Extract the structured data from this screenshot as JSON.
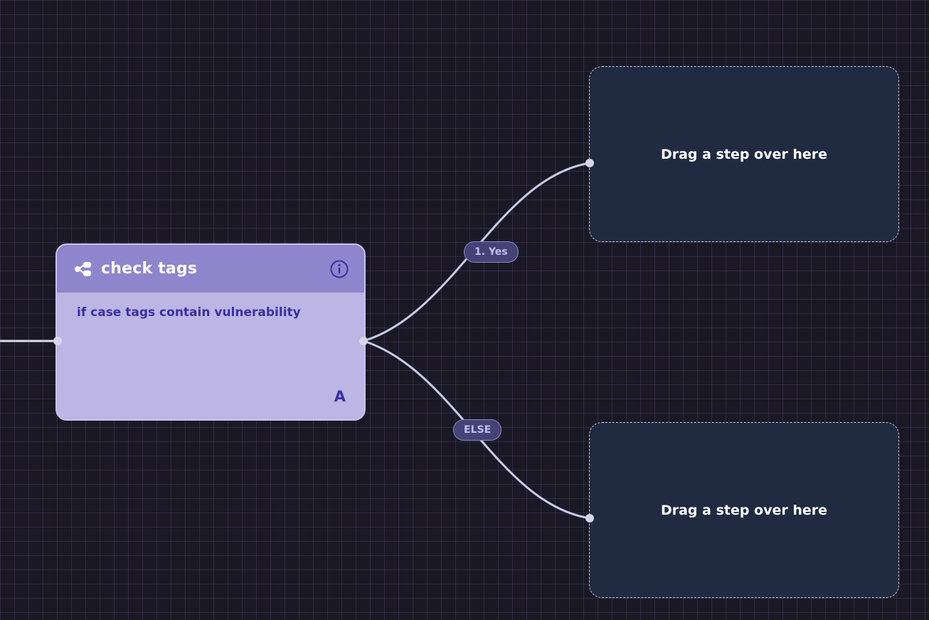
{
  "colors": {
    "canvas_bg": "#1b1826",
    "node_header": "#8f85cd",
    "node_body": "#bdb5e3",
    "node_text": "#3a2fa3",
    "edge": "#c7cde6",
    "dropzone_bg": "#202a41"
  },
  "node": {
    "icon": "branch-icon",
    "title": "check tags",
    "info_icon": "info-icon",
    "condition": "if case tags contain vulnerability",
    "tag": "A"
  },
  "edges": {
    "yes_label": "1. Yes",
    "else_label": "ELSE"
  },
  "dropzones": [
    {
      "text": "Drag a step over here"
    },
    {
      "text": "Drag a step over here"
    }
  ]
}
